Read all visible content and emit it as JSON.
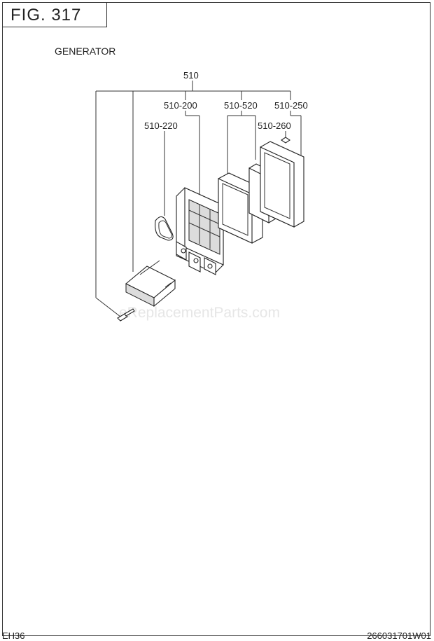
{
  "figure": {
    "label": "FIG. 317"
  },
  "section": {
    "title": "GENERATOR"
  },
  "callouts": {
    "assembly": "510",
    "case": "510-200",
    "gasket": "510-220",
    "element": "510-520",
    "cover": "510-250",
    "label_plate": "510-260"
  },
  "watermark": "eReplacementParts.com",
  "footer": {
    "model": "EH36",
    "doc_code": "266031701W01"
  }
}
